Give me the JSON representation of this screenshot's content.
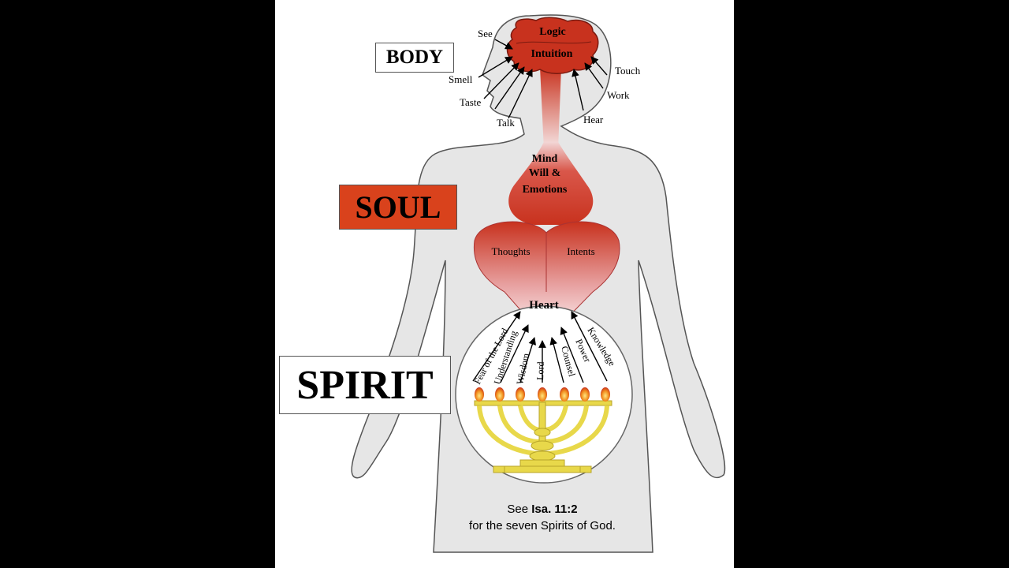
{
  "labels": {
    "body": "BODY",
    "soul": "SOUL",
    "spirit": "SPIRIT"
  },
  "brain": {
    "logic": "Logic",
    "intuition": "Intuition"
  },
  "senses": {
    "see": "See",
    "smell": "Smell",
    "taste": "Taste",
    "talk": "Talk",
    "touch": "Touch",
    "work": "Work",
    "hear": "Hear"
  },
  "soul_parts": {
    "mind_line1": "Mind",
    "mind_line2": "Will &",
    "mind_line3": "Emotions",
    "thoughts": "Thoughts",
    "intents": "Intents",
    "heart": "Heart"
  },
  "spirits": [
    "Fear of the Lord",
    "Understanding",
    "Wisdom",
    "Lord",
    "Counsel",
    "Power",
    "Knowledge"
  ],
  "note": {
    "prefix": "See ",
    "reference": "Isa. 11:2",
    "line2": "for the seven Spirits of God."
  },
  "colors": {
    "soul_red": "#c8321e",
    "body_gray": "#e6e6e6",
    "menorah_gold": "#e8d84a"
  }
}
